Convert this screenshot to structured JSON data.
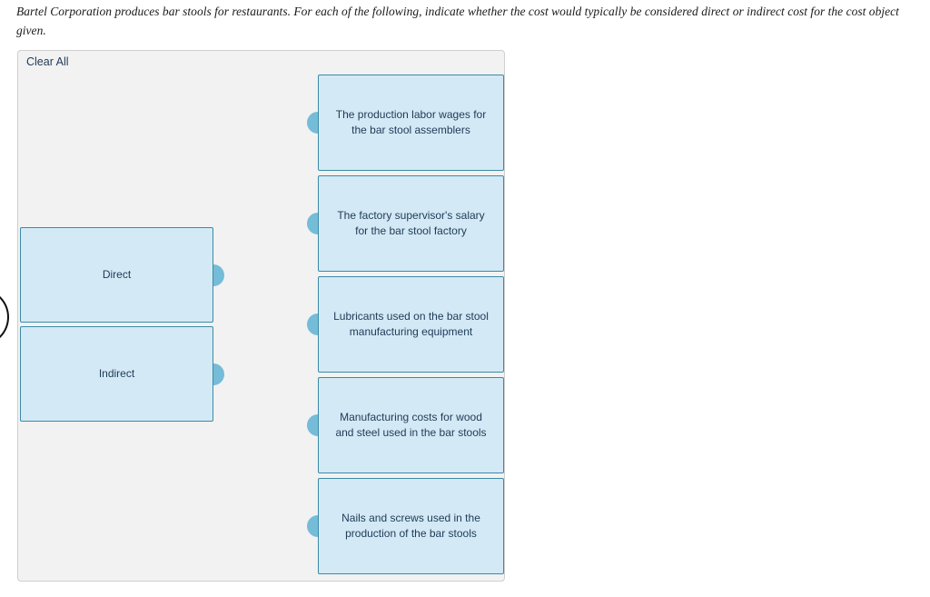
{
  "question": {
    "text": "Bartel Corporation produces bar stools for restaurants. For each of the following, indicate whether the cost would typically be considered direct or indirect cost for the cost object given."
  },
  "panel": {
    "clear_all_label": "Clear All"
  },
  "targets": [
    {
      "label": "Direct"
    },
    {
      "label": "Indirect"
    }
  ],
  "items": [
    {
      "label": "The production labor wages for the bar stool assemblers"
    },
    {
      "label": "The factory supervisor's salary for the bar stool factory"
    },
    {
      "label": "Lubricants used on the bar stool manufacturing equipment"
    },
    {
      "label": "Manufacturing costs for wood and steel used in the bar stools"
    },
    {
      "label": "Nails and screws used in the production of the bar stools"
    }
  ],
  "colors": {
    "tile_fill": "#d3e9f5",
    "tile_border": "#3b8ba8",
    "connector": "#74bcd8",
    "panel_bg": "#f2f2f2",
    "panel_border": "#cfcfcf",
    "text": "#1f3a57"
  }
}
